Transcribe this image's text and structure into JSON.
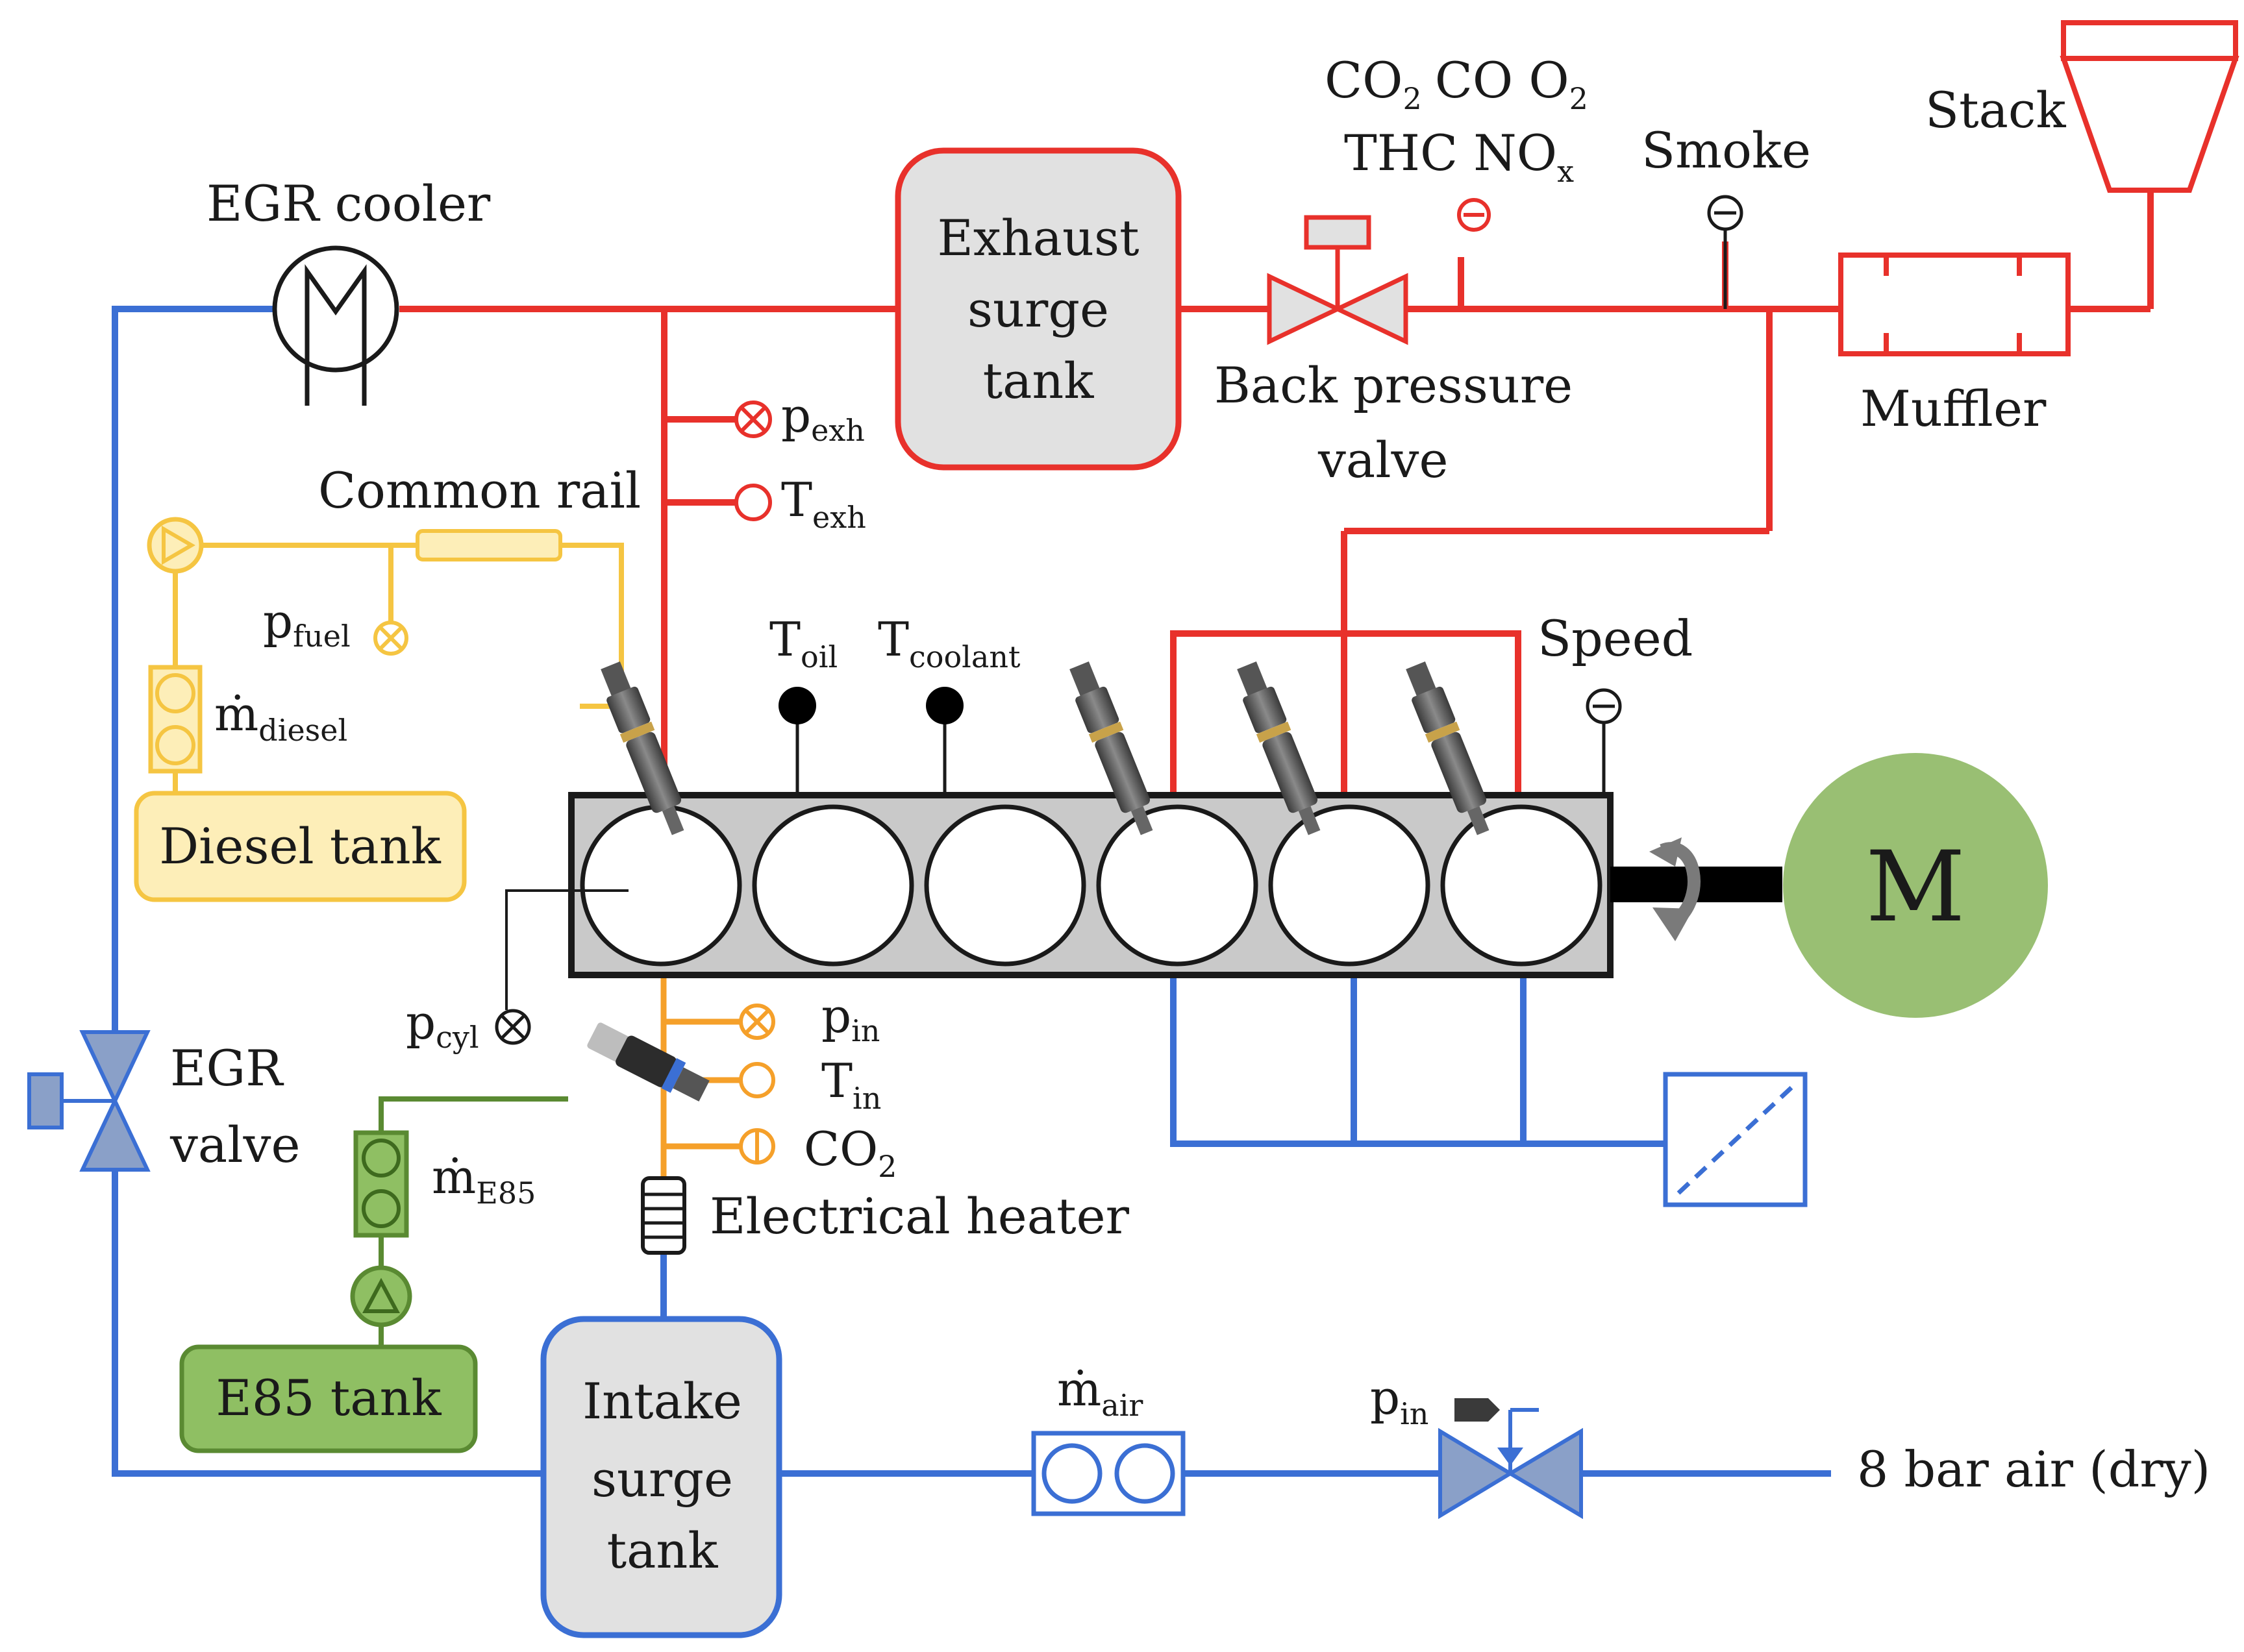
{
  "labels": {
    "egr_cooler": "EGR cooler",
    "exhaust_tank": [
      "Exhaust",
      "surge",
      "tank"
    ],
    "gas_analyzer_line1": "CO",
    "gas_analyzer_co": "CO O",
    "gas_analyzer_thc": "THC NO",
    "gas_x_sub": "x",
    "smoke": "Smoke",
    "stack": "Stack",
    "back_pressure_valve": [
      "Back pressure",
      "valve"
    ],
    "muffler": "Muffler",
    "p_exh": "p",
    "p_exh_sub": "exh",
    "t_exh": "T",
    "t_exh_sub": "exh",
    "common_rail": "Common rail",
    "p_fuel": "p",
    "p_fuel_sub": "fuel",
    "m_diesel": "ṁ",
    "m_diesel_sub": "diesel",
    "diesel_tank": "Diesel tank",
    "t_oil": "T",
    "t_oil_sub": "oil",
    "t_coolant": "T",
    "t_coolant_sub": "coolant",
    "speed": "Speed",
    "motor": "M",
    "p_cyl": "p",
    "p_cyl_sub": "cyl",
    "egr_valve": [
      "EGR",
      "valve"
    ],
    "p_in": "p",
    "p_in_sub": "in",
    "t_in": "T",
    "t_in_sub": "in",
    "co2_in": "CO",
    "two": "2",
    "m_e85": "ṁ",
    "m_e85_sub": "E85",
    "electrical_heater": "Electrical heater",
    "e85_tank": "E85 tank",
    "intake_tank": [
      "Intake",
      "surge",
      "tank"
    ],
    "m_air": "ṁ",
    "m_air_sub": "air",
    "p_in_reg": "p",
    "p_in_reg_sub": "in",
    "air_supply": "8 bar air (dry)"
  },
  "colors": {
    "exhaust": "#e8312b",
    "intake": "#3b6fd4",
    "diesel": "#f5c542",
    "diesel_fill": "#fdeeb8",
    "e85": "#5a8a32",
    "e85_fill": "#8fbf63",
    "sensor_orange": "#f5a02a",
    "motor_fill": "#99bf73",
    "tank_fill": "#e1e1e1",
    "engine_fill": "#c9c9c9"
  },
  "icons": [
    "heat-exchanger-icon",
    "valve-icon",
    "injector-icon",
    "flow-meter-icon",
    "pump-icon",
    "sensor-icon",
    "rotation-arrow-icon",
    "motor-icon",
    "filter-icon"
  ]
}
